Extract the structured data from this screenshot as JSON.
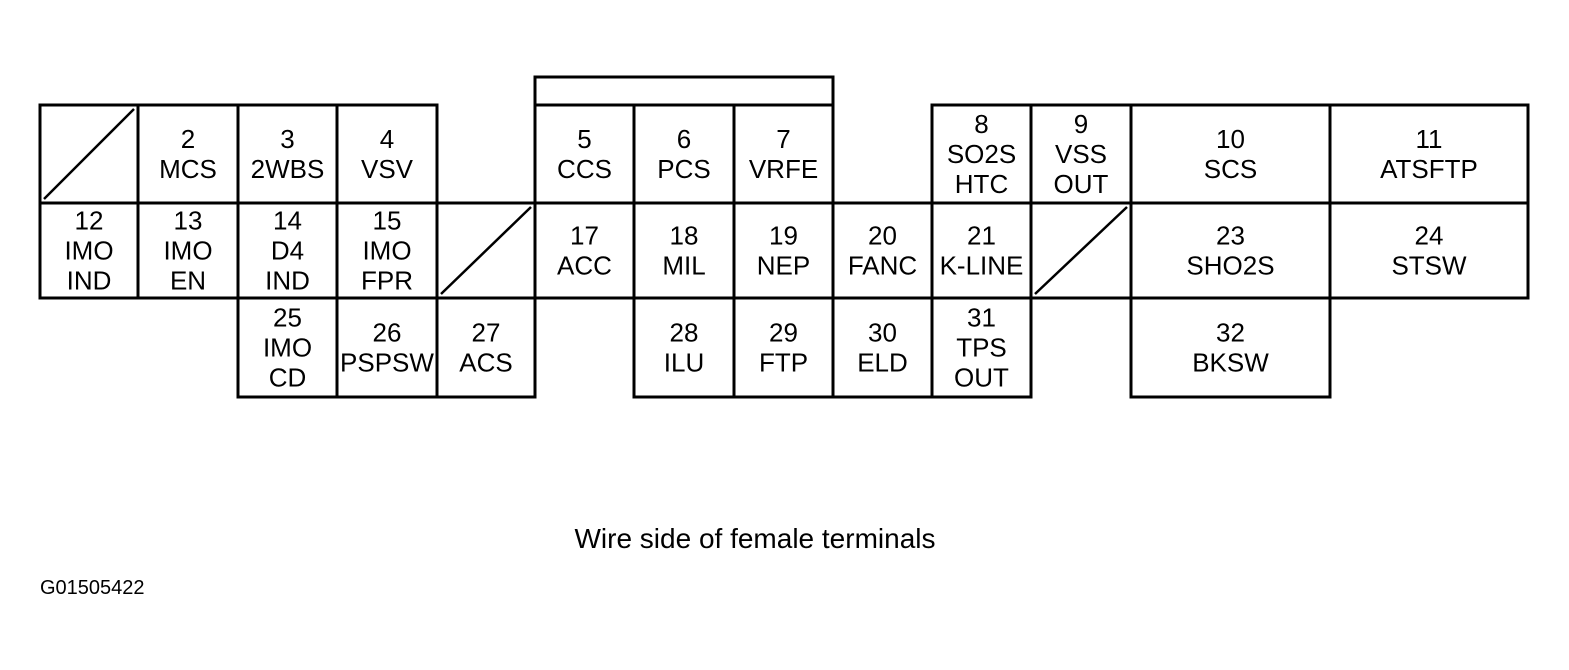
{
  "terminals": {
    "t2": {
      "number": "2",
      "lines": [
        "MCS"
      ]
    },
    "t3": {
      "number": "3",
      "lines": [
        "2WBS"
      ]
    },
    "t4": {
      "number": "4",
      "lines": [
        "VSV"
      ]
    },
    "t5": {
      "number": "5",
      "lines": [
        "CCS"
      ]
    },
    "t6": {
      "number": "6",
      "lines": [
        "PCS"
      ]
    },
    "t7": {
      "number": "7",
      "lines": [
        "VRFE"
      ]
    },
    "t8": {
      "number": "8",
      "lines": [
        "SO2S",
        "HTC"
      ]
    },
    "t9": {
      "number": "9",
      "lines": [
        "VSS",
        "OUT"
      ]
    },
    "t10": {
      "number": "10",
      "lines": [
        "SCS"
      ]
    },
    "t11": {
      "number": "11",
      "lines": [
        "ATSFTP"
      ]
    },
    "t12": {
      "number": "12",
      "lines": [
        "IMO",
        "IND"
      ]
    },
    "t13": {
      "number": "13",
      "lines": [
        "IMO",
        "EN"
      ]
    },
    "t14": {
      "number": "14",
      "lines": [
        "D4",
        "IND"
      ]
    },
    "t15": {
      "number": "15",
      "lines": [
        "IMO",
        "FPR"
      ]
    },
    "t17": {
      "number": "17",
      "lines": [
        "ACC"
      ]
    },
    "t18": {
      "number": "18",
      "lines": [
        "MIL"
      ]
    },
    "t19": {
      "number": "19",
      "lines": [
        "NEP"
      ]
    },
    "t20": {
      "number": "20",
      "lines": [
        "FANC"
      ]
    },
    "t21": {
      "number": "21",
      "lines": [
        "K-LINE"
      ]
    },
    "t23": {
      "number": "23",
      "lines": [
        "SHO2S"
      ]
    },
    "t24": {
      "number": "24",
      "lines": [
        "STSW"
      ]
    },
    "t25": {
      "number": "25",
      "lines": [
        "IMO",
        "CD"
      ]
    },
    "t26": {
      "number": "26",
      "lines": [
        "PSPSW"
      ]
    },
    "t27": {
      "number": "27",
      "lines": [
        "ACS"
      ]
    },
    "t28": {
      "number": "28",
      "lines": [
        "ILU"
      ]
    },
    "t29": {
      "number": "29",
      "lines": [
        "FTP"
      ]
    },
    "t30": {
      "number": "30",
      "lines": [
        "ELD"
      ]
    },
    "t31": {
      "number": "31",
      "lines": [
        "TPS",
        "OUT"
      ]
    },
    "t32": {
      "number": "32",
      "lines": [
        "BKSW"
      ]
    }
  },
  "caption": "Wire side of female terminals",
  "figure_id": "G01505422"
}
